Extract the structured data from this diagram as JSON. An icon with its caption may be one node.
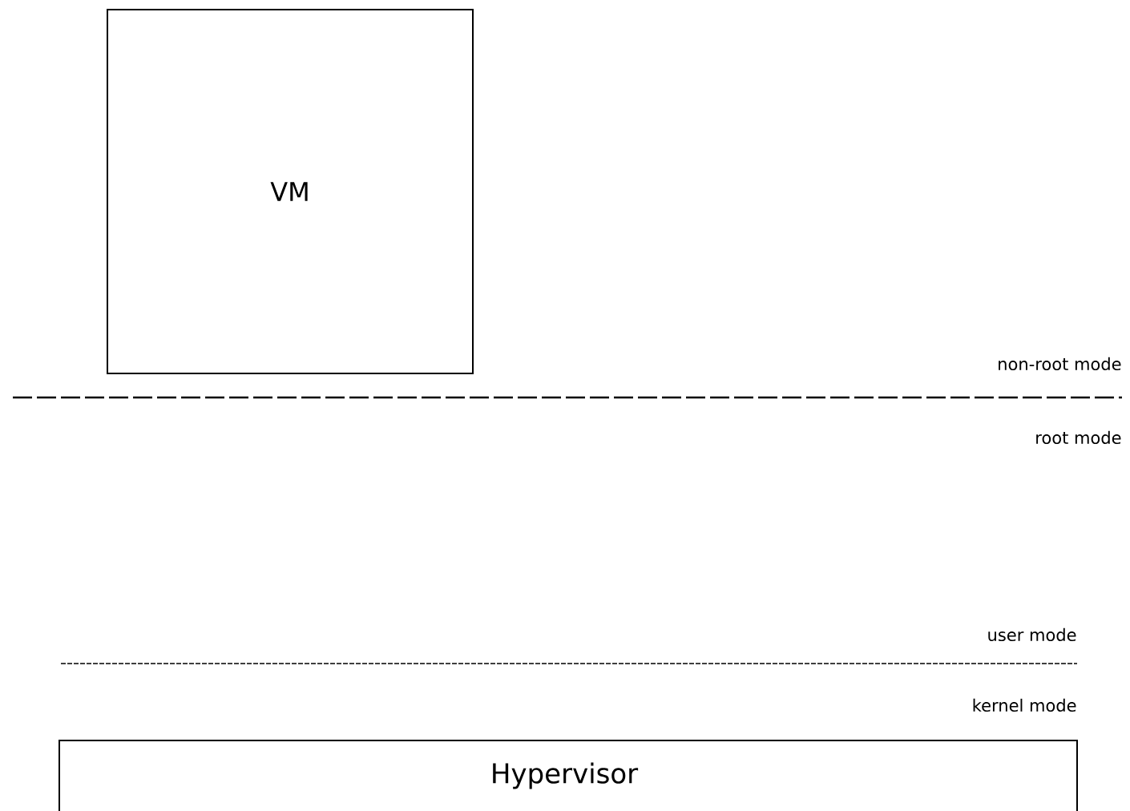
{
  "diagram": {
    "nodes": [
      {
        "text": [
          "VM"
        ]
      },
      {
        "text": [
          "Hypervisor"
        ]
      }
    ],
    "labels": [
      "non-root mode",
      "root mode",
      "user mode",
      "kernel mode"
    ]
  }
}
